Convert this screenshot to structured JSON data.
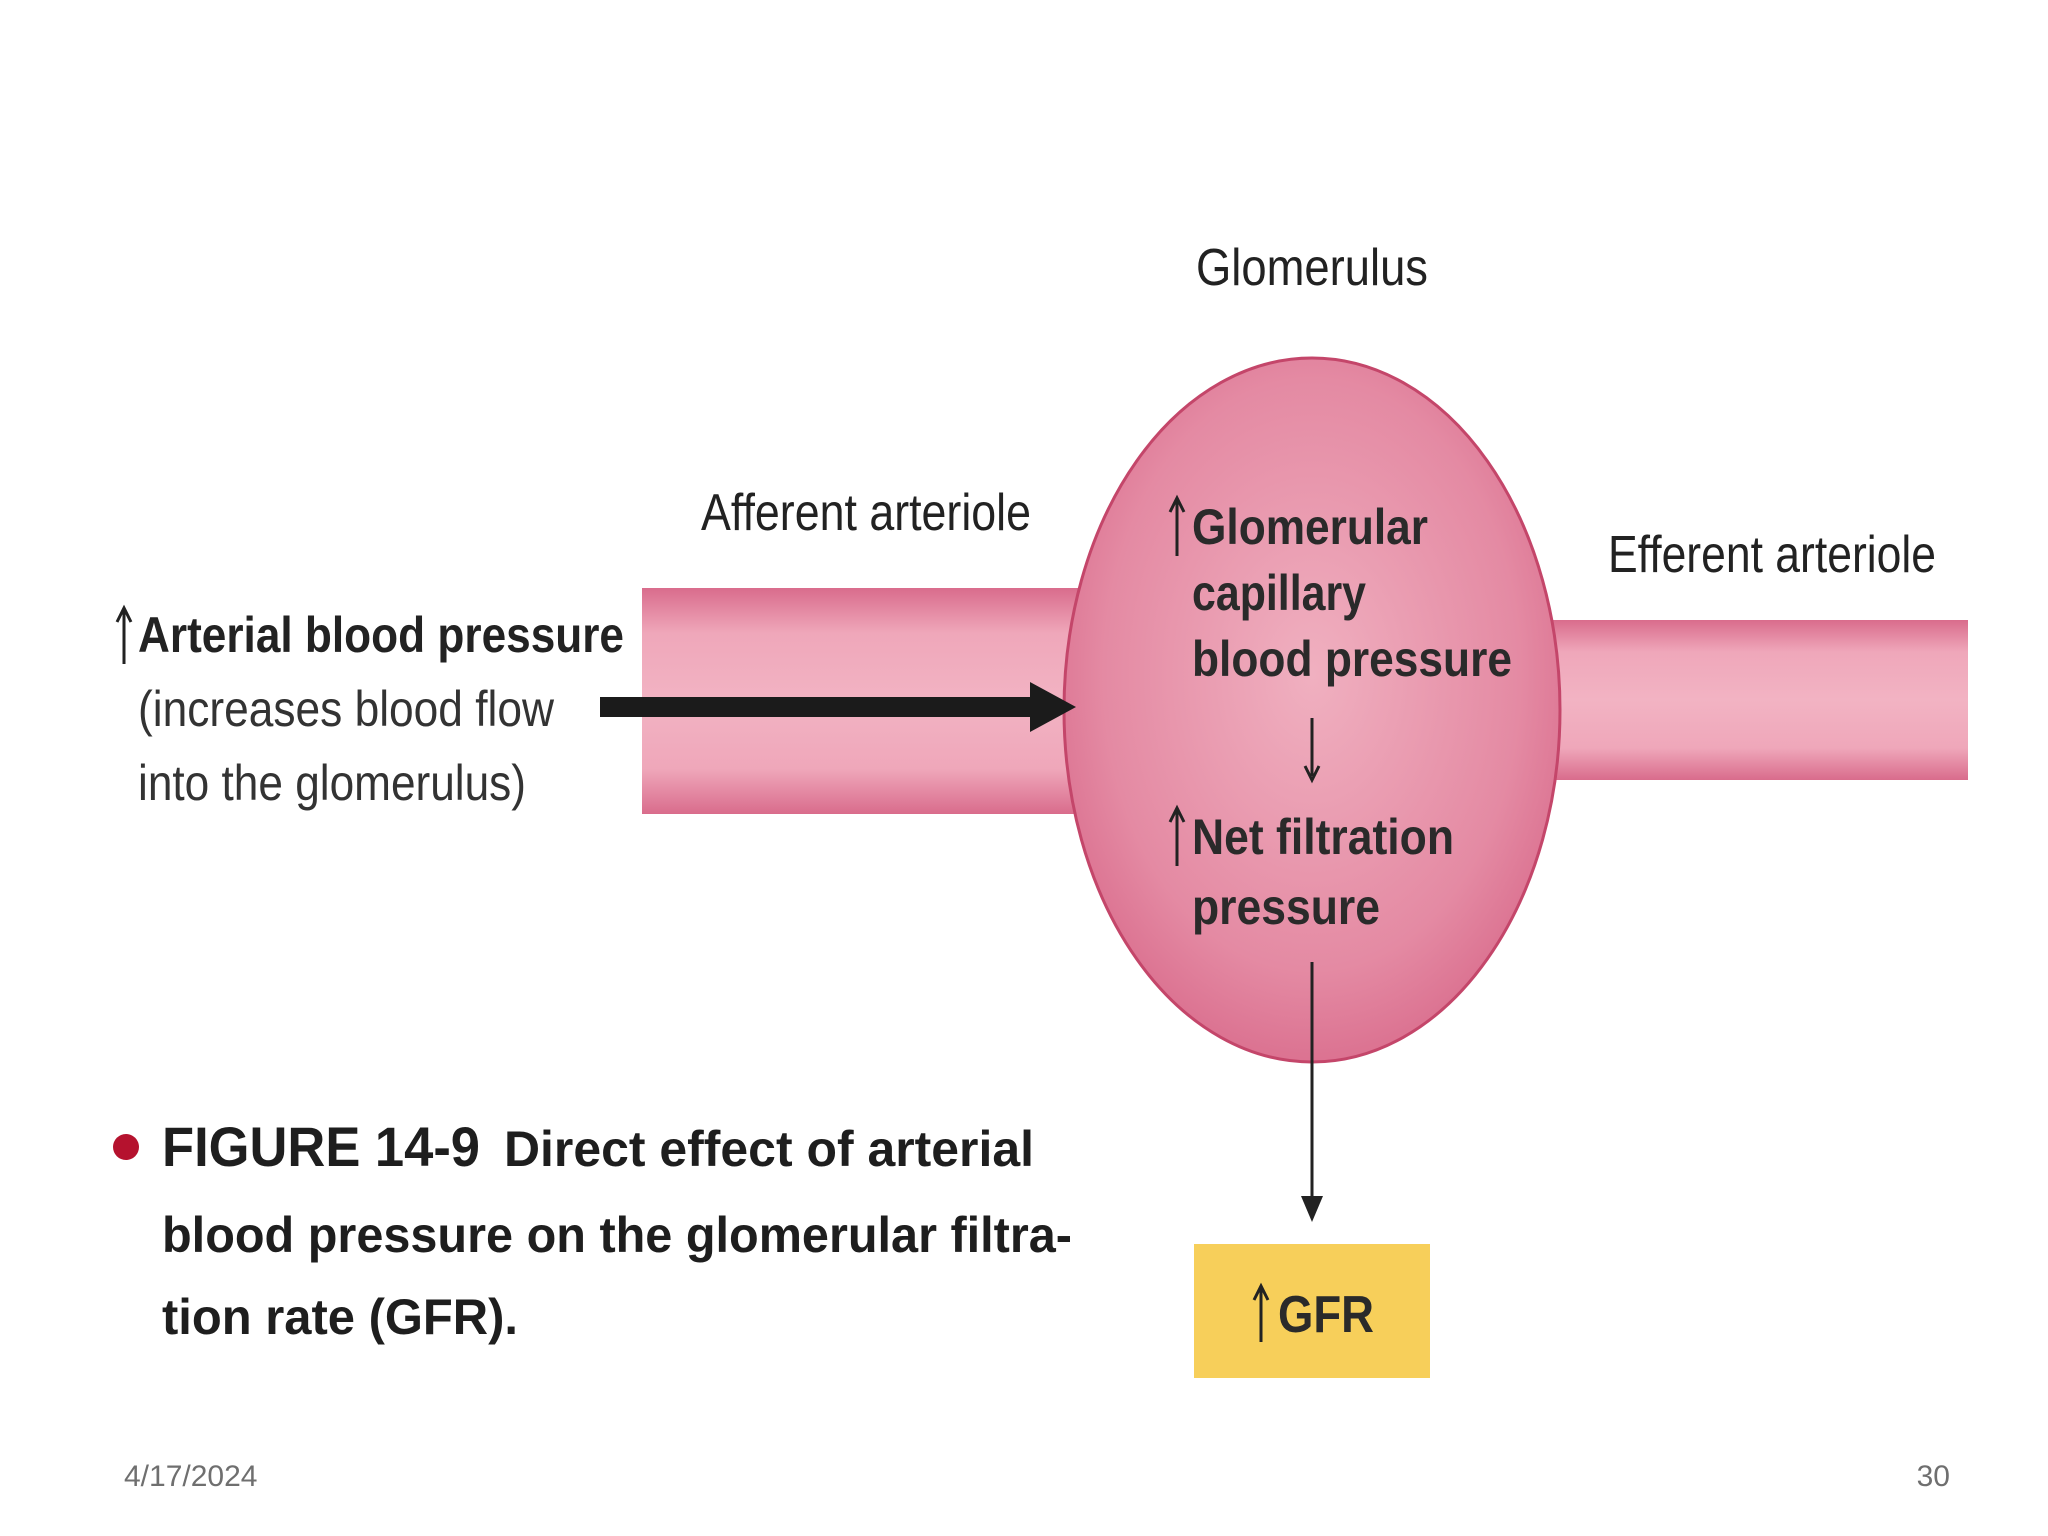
{
  "diagram": {
    "labels": {
      "glomerulus": "Glomerulus",
      "afferent": "Afferent arteriole",
      "efferent": "Efferent arteriole"
    },
    "arterial_pressure": {
      "title": "Arterial blood pressure",
      "line1": "(increases blood flow",
      "line2": "into the glomerulus)"
    },
    "glomerular_pressure": {
      "line1": "Glomerular",
      "line2": "capillary",
      "line3": "blood pressure"
    },
    "net_filtration": {
      "line1": "Net filtration",
      "line2": "pressure"
    },
    "gfr": "GFR",
    "caption": {
      "figure": "FIGURE 14-9",
      "line1": "Direct effect of arterial",
      "line2": "blood pressure on the glomerular filtra-",
      "line3": "tion rate (GFR)."
    },
    "colors": {
      "vessel": "#e891a7",
      "vessel_edge": "#c4466a",
      "glomerulus": "#e28aa2",
      "gfr_box": "#f7cf5a",
      "caption_bullet": "#b5122e"
    }
  },
  "footer": {
    "date": "4/17/2024",
    "page": "30"
  }
}
